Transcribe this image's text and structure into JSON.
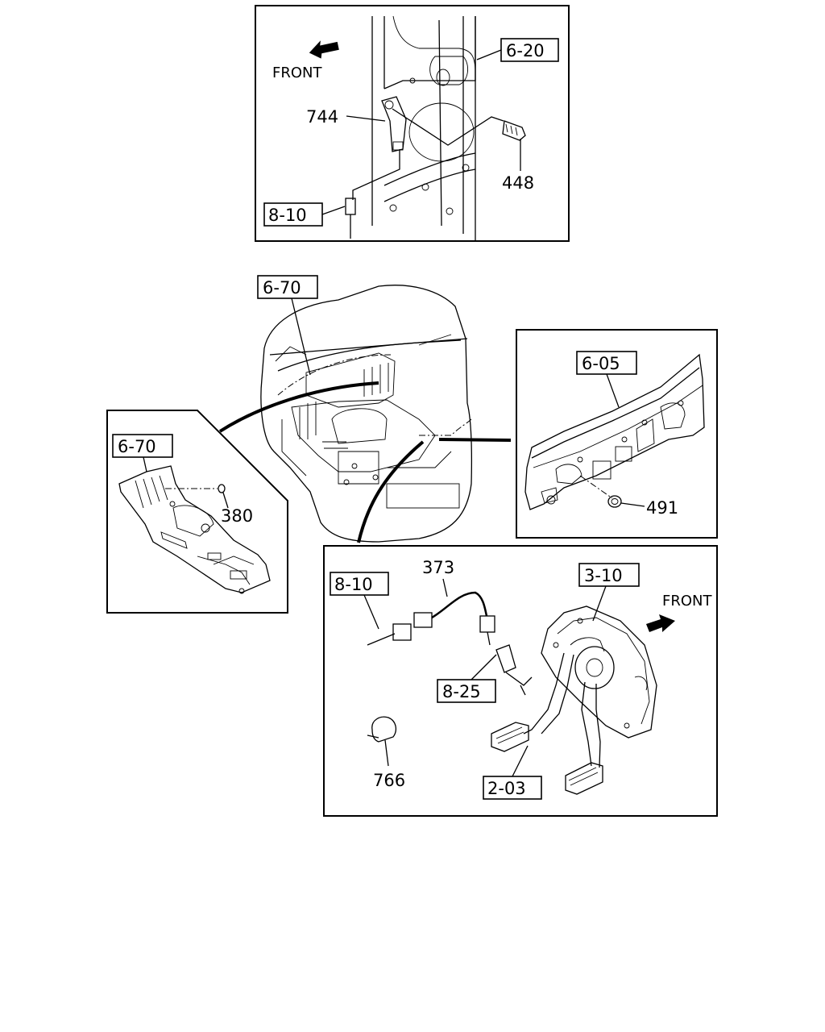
{
  "diagram": {
    "direction_labels": {
      "top_front": "FRONT",
      "pedal_front": "FRONT"
    },
    "section_refs": {
      "ref_6_20": "6-20",
      "ref_8_10_top": "8-10",
      "ref_6_70_cab": "6-70",
      "ref_6_70_floor": "6-70",
      "ref_6_05": "6-05",
      "ref_8_10_pedal": "8-10",
      "ref_3_10": "3-10",
      "ref_8_25": "8-25",
      "ref_2_03": "2-03"
    },
    "part_numbers": {
      "p744": "744",
      "p448": "448",
      "p380": "380",
      "p491": "491",
      "p373": "373",
      "p766": "766"
    }
  }
}
